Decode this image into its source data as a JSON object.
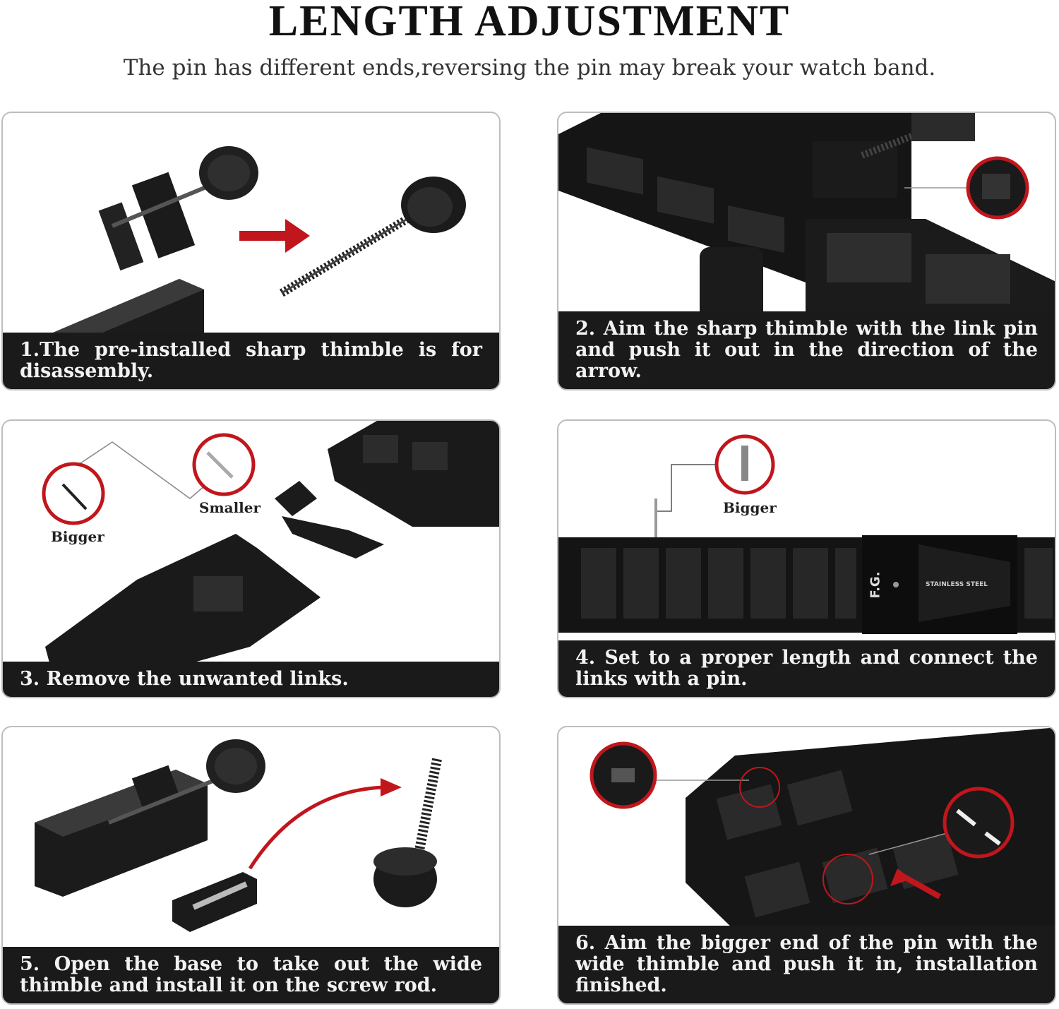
{
  "header": {
    "title": "LENGTH ADJUSTMENT",
    "subtitle": "The pin has different ends,reversing the pin may break your watch band."
  },
  "steps": [
    {
      "caption": "1.The pre-installed sharp thimble is for disassembly."
    },
    {
      "caption": "2. Aim the sharp thimble with the link pin and push it out in the direction of the arrow."
    },
    {
      "caption": "3. Remove the unwanted links.",
      "labels": {
        "bigger": "Bigger",
        "smaller": "Smaller"
      }
    },
    {
      "caption": "4. Set to a proper length and connect the links with a pin.",
      "labels": {
        "bigger": "Bigger",
        "clasp_logo": "F.G.",
        "clasp_text": "STAINLESS STEEL"
      }
    },
    {
      "caption": "5. Open the base to take out the wide thimble and install it on the screw rod."
    },
    {
      "caption": "6. Aim the bigger end of the pin with the wide thimble and push it in, installation finished."
    }
  ],
  "colors": {
    "accent_red": "#c0161c",
    "caption_bg": "#1a1a1a",
    "metal": "#1b1b1b"
  }
}
